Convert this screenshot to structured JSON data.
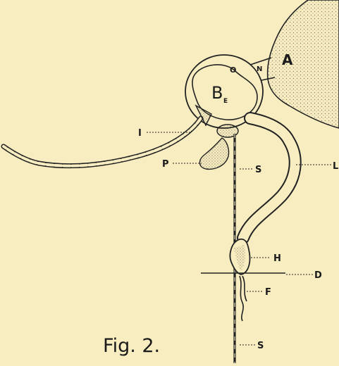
{
  "caption": "Fig. 2.",
  "labels": {
    "A": "A",
    "N": "N",
    "O": "O",
    "B": "B",
    "E": "E",
    "I": "I",
    "P": "P",
    "S_upper": "S",
    "L": "L",
    "H": "H",
    "D": "D",
    "F": "F",
    "S_lower": "S"
  },
  "colors": {
    "paper": "#f7edc0",
    "ink": "#222222",
    "stipple": "#8a8070"
  }
}
